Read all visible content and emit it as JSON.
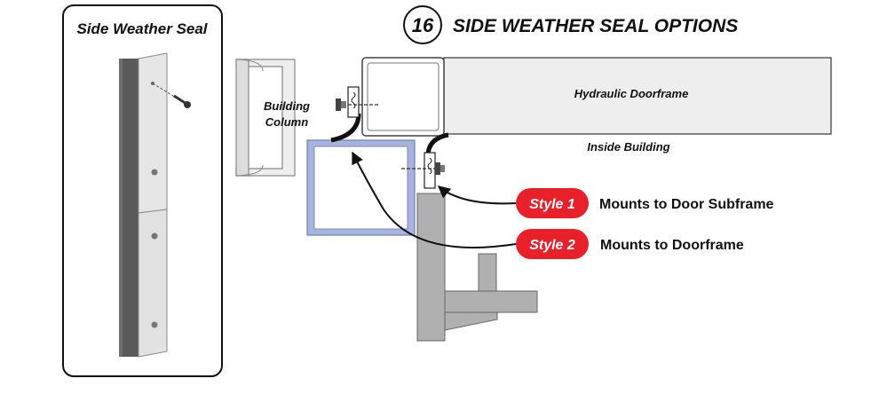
{
  "panel": {
    "title": "Side Weather Seal"
  },
  "header": {
    "step_number": "16",
    "title": "SIDE WEATHER SEAL OPTIONS"
  },
  "labels": {
    "building_column_line1": "Building",
    "building_column_line2": "Column",
    "hydraulic_doorframe": "Hydraulic Doorframe",
    "inside_building": "Inside Building"
  },
  "styles": [
    {
      "badge": "Style 1",
      "description": "Mounts to Door Subframe"
    },
    {
      "badge": "Style 2",
      "description": "Mounts to Doorframe"
    }
  ],
  "colors": {
    "badge_red": "#e8202a",
    "subframe_blue": "#a9b4dd",
    "seal_dark": "#5a5a5a",
    "seal_light": "#e6e6e6",
    "post_gray": "#b0b0b0",
    "beam_fill": "#eeeeee",
    "outline": "#333333"
  }
}
